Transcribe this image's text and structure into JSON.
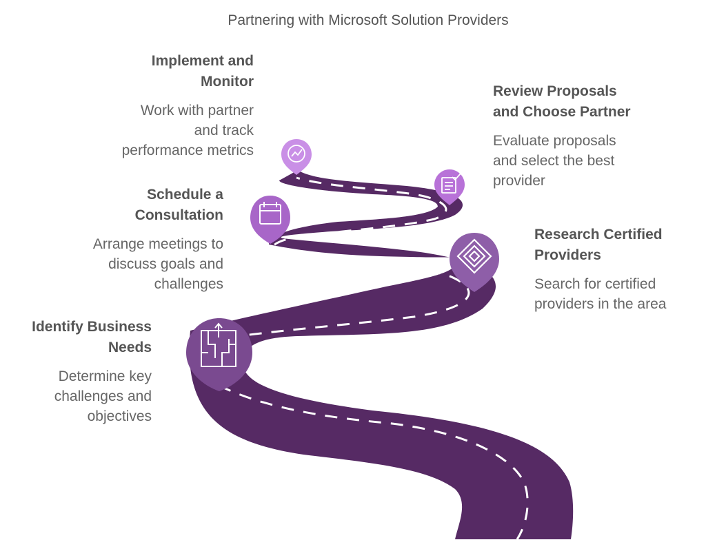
{
  "title": "Partnering with Microsoft Solution Providers",
  "colors": {
    "road": "#562a64",
    "dash": "#ffffff",
    "pin_dark": "#7a4a90",
    "pin_mid": "#8e5ea8",
    "pin_light": "#b872d8",
    "pin_lighter": "#c98fe6"
  },
  "steps": [
    {
      "heading_line1": "Identify Business",
      "heading_line2": "Needs",
      "desc_line1": "Determine key",
      "desc_line2": "challenges and",
      "desc_line3": "objectives",
      "icon": "maze-icon"
    },
    {
      "heading_line1": "Research Certified",
      "heading_line2": "Providers",
      "desc_line1": "Search for certified",
      "desc_line2": "providers in the area",
      "desc_line3": "",
      "icon": "certification-diamond-icon"
    },
    {
      "heading_line1": "Schedule a",
      "heading_line2": "Consultation",
      "desc_line1": "Arrange meetings to",
      "desc_line2": "discuss goals and",
      "desc_line3": "challenges",
      "icon": "calendar-icon"
    },
    {
      "heading_line1": "Review Proposals",
      "heading_line2": "and Choose Partner",
      "desc_line1": "Evaluate proposals",
      "desc_line2": "and select the best",
      "desc_line3": "provider",
      "icon": "checklist-icon"
    },
    {
      "heading_line1": "Implement and",
      "heading_line2": "Monitor",
      "desc_line1": "Work with partner",
      "desc_line2": "and track",
      "desc_line3": "performance metrics",
      "icon": "chart-monitor-icon"
    }
  ]
}
